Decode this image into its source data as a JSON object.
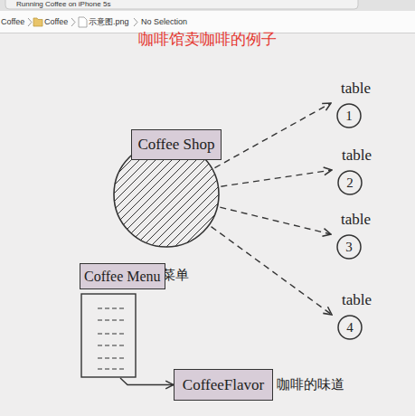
{
  "diagram": {
    "title": "咖啡馆卖咖啡的例子",
    "nodes": [
      {
        "text": [
          "Coffee Shop"
        ]
      },
      {
        "text": [
          "table",
          "1"
        ]
      },
      {
        "text": [
          "table",
          "2"
        ]
      },
      {
        "text": [
          "table",
          "3"
        ]
      },
      {
        "text": [
          "table",
          "4"
        ]
      },
      {
        "text": [
          "Coffee Menu"
        ]
      },
      {
        "text": [
          "CoffeeFlavor"
        ]
      }
    ],
    "edges": [
      {
        "from": 0,
        "to": 1,
        "arrow": "to"
      },
      {
        "from": 0,
        "to": 2,
        "arrow": "to"
      },
      {
        "from": 0,
        "to": 3,
        "arrow": "to"
      },
      {
        "from": 0,
        "to": 4,
        "arrow": "to"
      },
      {
        "from": 5,
        "to": 6,
        "arrow": "to"
      }
    ],
    "labels": [
      "Running Coffee on iPhone 5s",
      "Coffee",
      "Coffee",
      "示意图.png",
      "No Selection",
      "菜单",
      "咖啡的味道"
    ]
  }
}
